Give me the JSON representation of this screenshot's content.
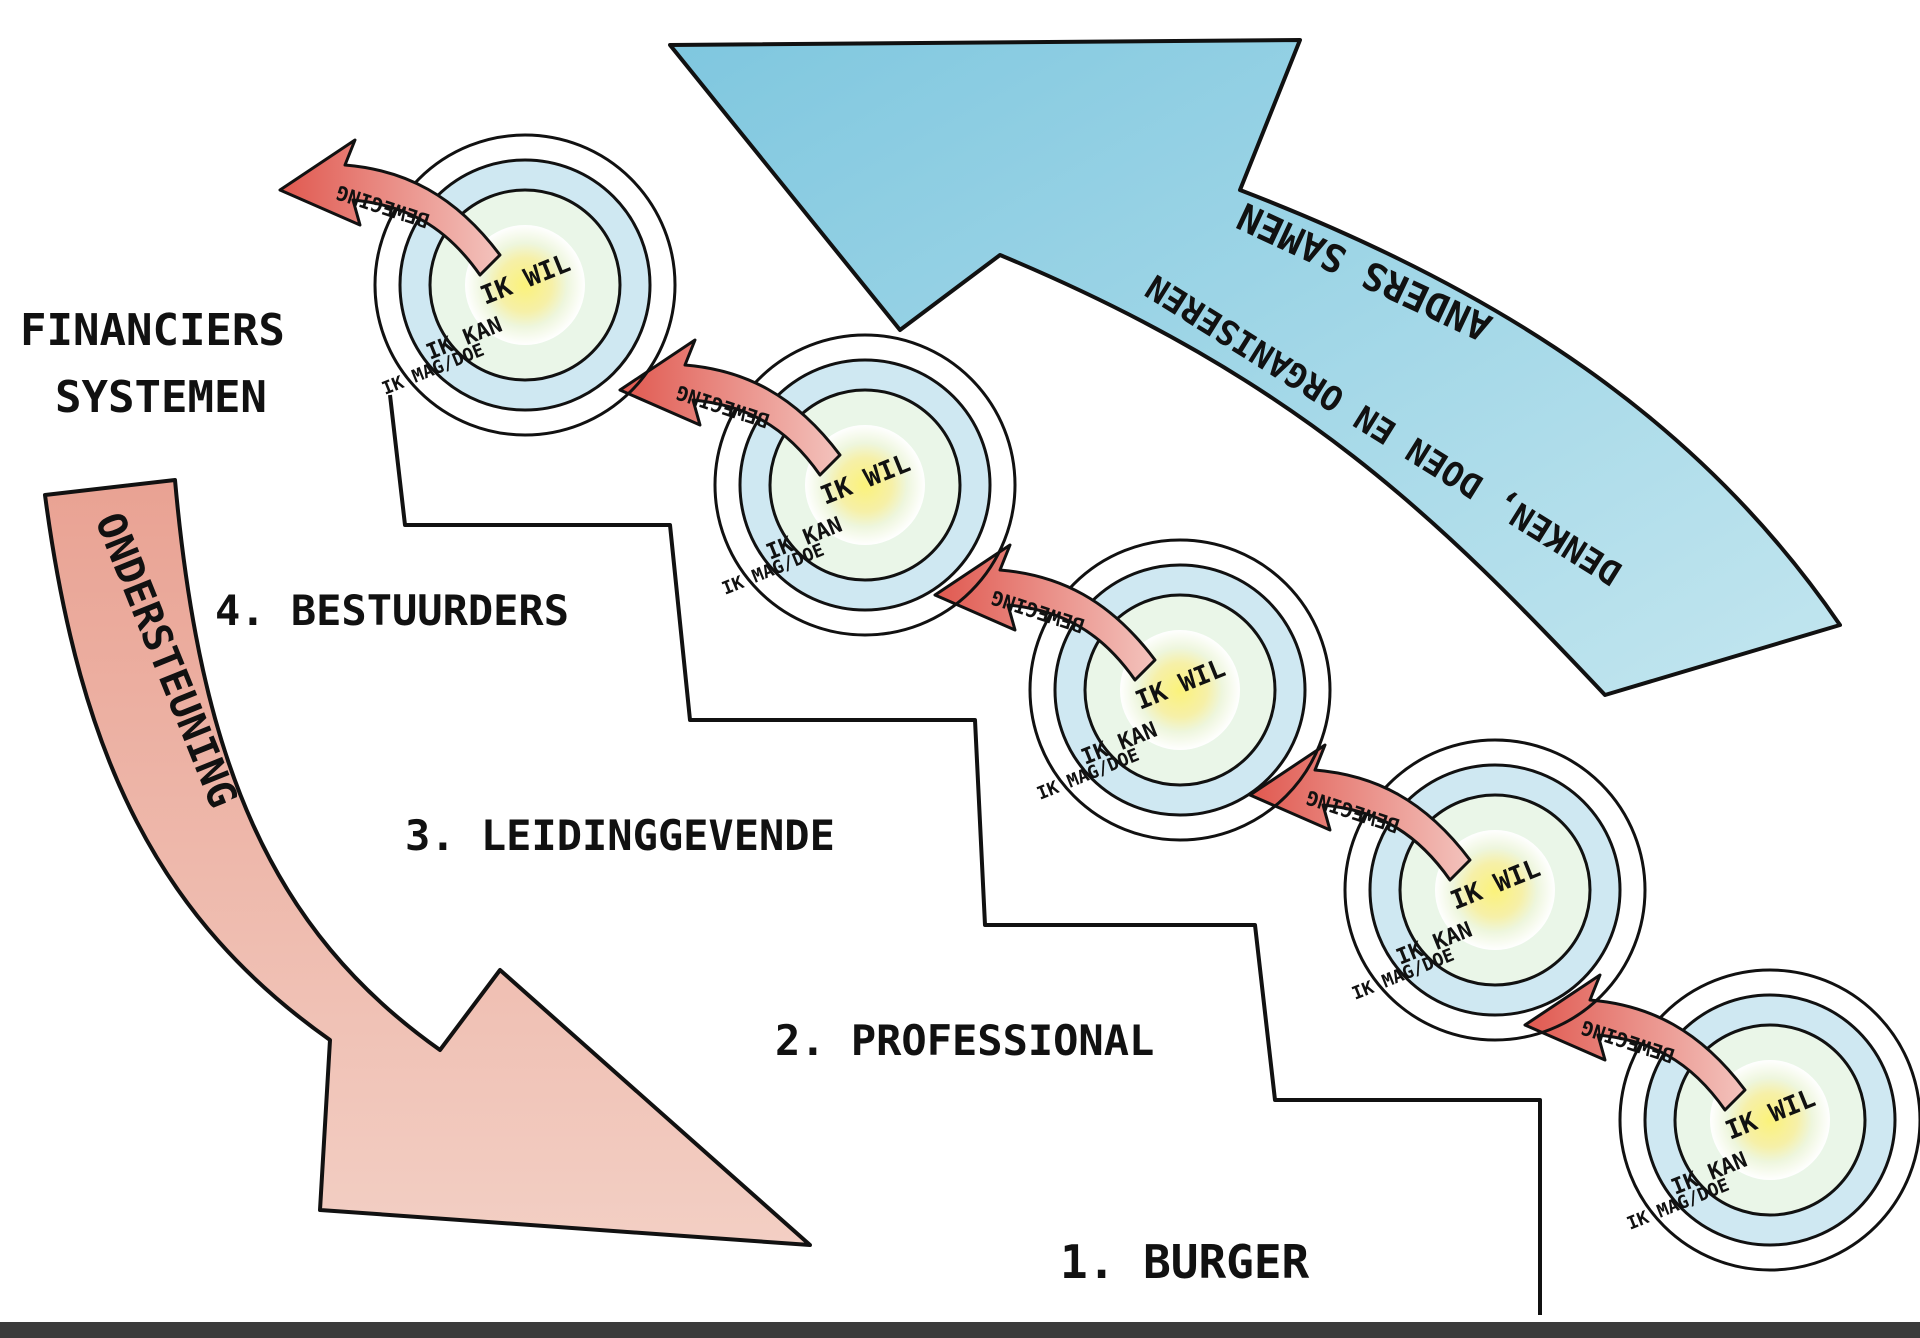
{
  "steps": [
    {
      "label": "1. BURGER"
    },
    {
      "label": "2. PROFESSIONAL"
    },
    {
      "label": "3. LEIDINGGEVENDE"
    },
    {
      "label": "4. BESTUURDERS"
    }
  ],
  "top_label": {
    "line1": "FINANCIERS",
    "line2": "SYSTEMEN"
  },
  "down_arrow_label": "ONDERSTEUNING",
  "up_arrow_label": {
    "line1": "ANDERS SAMEN",
    "line2": "DENKEN, DOEN EN ORGANISEREN"
  },
  "circle": {
    "line1": "IK WIL",
    "line2": "IK KAN",
    "line3": "IK MAG/DOE"
  },
  "small_arrow_label": "BEWEGING",
  "colors": {
    "up_arrow": "#9ed6e6",
    "down_arrow": "#e6a79a",
    "small_arrow": "#e77a73",
    "core": "#f8ef6a",
    "ring": "#a9d7ea",
    "ink": "#111111"
  }
}
